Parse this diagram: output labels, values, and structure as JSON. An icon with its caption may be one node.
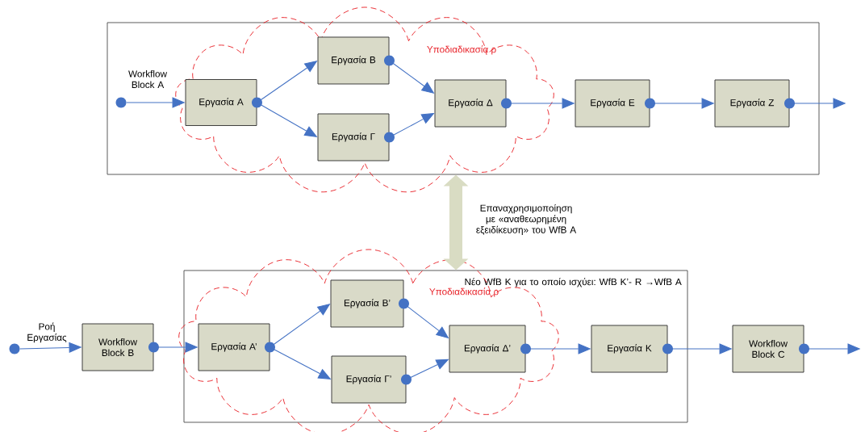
{
  "diagram": {
    "nodes": [
      {
        "text": [],
        "shape": "box"
      },
      {
        "text": [
          "Υποδιαδικασία ρ"
        ]
      },
      {
        "text": [],
        "shape": "circle",
        "in": 0
      },
      {
        "text": [
          "Εργασία Α"
        ],
        "in": 1
      },
      {
        "text": [
          "Εργασία Β"
        ],
        "in": 1
      },
      {
        "text": [
          "Εργασία Γ"
        ],
        "in": 1
      },
      {
        "text": [
          "Εργασία Δ"
        ],
        "in": 1
      },
      {
        "text": [
          "Εργασία Ε"
        ],
        "in": 0
      },
      {
        "text": [
          "Εργασία Ζ"
        ],
        "in": 0
      },
      {
        "text": [],
        "shape": "circle"
      },
      {
        "text": [
          "Workflow Block B"
        ]
      },
      {
        "text": [
          "Νέο WfB Κ για το οποίο ισχύει: WfB Κ’- R →WfB A"
        ]
      },
      {
        "text": [
          "Υποδιαδικασία ρ"
        ]
      },
      {
        "text": [
          "Εργασία Α’"
        ],
        "in": 12
      },
      {
        "text": [
          "Εργασία Β’"
        ],
        "in": 12
      },
      {
        "text": [
          "Εργασία Γ’"
        ],
        "in": 12
      },
      {
        "text": [
          "Εργασία Δ’"
        ],
        "in": 12
      },
      {
        "text": [
          "Εργασία Κ"
        ],
        "in": 11
      },
      {
        "text": [
          "Workflow Block C"
        ]
      }
    ],
    "edges": [
      {
        "from": 2,
        "to": 3,
        "arrow": "to",
        "label": "Workflow Block A"
      },
      {
        "from": 3,
        "to": 4,
        "arrow": "to"
      },
      {
        "from": 3,
        "to": 5,
        "arrow": "to"
      },
      {
        "from": 4,
        "to": 6,
        "arrow": "to"
      },
      {
        "from": 5,
        "to": 6,
        "arrow": "to"
      },
      {
        "from": 6,
        "to": 7,
        "arrow": "to"
      },
      {
        "from": 7,
        "to": 8,
        "arrow": "to"
      },
      {
        "from": 8,
        "to": null,
        "arrow": "to"
      },
      {
        "from": 0,
        "to": 11,
        "arrow": "both",
        "style": "thick",
        "color": "#d9dcc3",
        "label": "Επαναχρησιμοποίηση με «αναθεωρημένη εξειδίκευση» του WfB A"
      },
      {
        "from": 9,
        "to": 10,
        "arrow": "to",
        "label": "Ροή Εργασίας"
      },
      {
        "from": 10,
        "to": 13,
        "arrow": "to"
      },
      {
        "from": 13,
        "to": 14,
        "arrow": "to"
      },
      {
        "from": 13,
        "to": 15,
        "arrow": "to"
      },
      {
        "from": 14,
        "to": 16,
        "arrow": "to"
      },
      {
        "from": 15,
        "to": 16,
        "arrow": "to"
      },
      {
        "from": 16,
        "to": 17,
        "arrow": "to"
      },
      {
        "from": 17,
        "to": 18,
        "arrow": "to"
      },
      {
        "from": 18,
        "to": null,
        "arrow": "to"
      }
    ]
  }
}
